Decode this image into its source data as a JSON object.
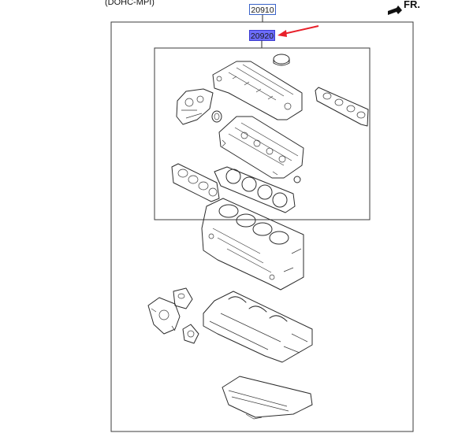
{
  "header": {
    "engine_type": "(DOHC-MPI)",
    "direction_label": "FR."
  },
  "callouts": {
    "assembly_part_number": "20910",
    "highlighted_part_number": "20920"
  },
  "colors": {
    "highlight_fill": "#6d6dfb",
    "callout_border": "#3a63c9",
    "arrow": "#e8202a",
    "line": "#2b2b2b"
  },
  "icons": {
    "direction": "front-direction-arrow-icon",
    "pointer": "red-pointer-arrow-icon"
  }
}
